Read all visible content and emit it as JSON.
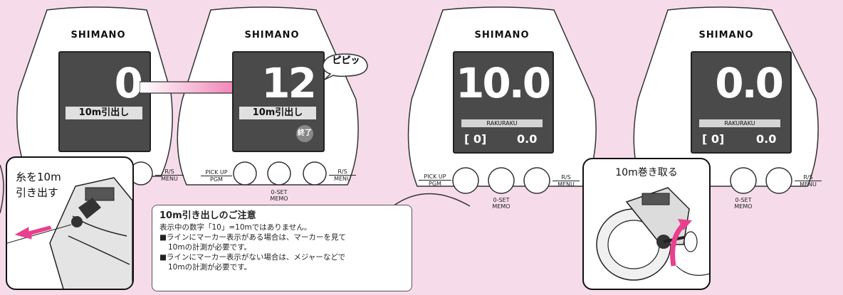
{
  "colors": {
    "background": "#f6dcea",
    "screen": "#4a4a4a",
    "arrow": "#e8408e"
  },
  "panels": [
    {
      "brand": "SHIMANO",
      "display": "0",
      "label": "10m引出し"
    },
    {
      "brand": "SHIMANO",
      "display": "12",
      "label": "10m引出し",
      "badge": "終了",
      "sound": "ピピッ"
    },
    {
      "brand": "SHIMANO",
      "display": "10.0",
      "mode": "RAKURAKU",
      "memo": "[ 0]",
      "value": "0.0"
    },
    {
      "brand": "SHIMANO",
      "display": "0.0",
      "mode": "RAKURAKU",
      "memo": "[ 0]",
      "value": "0.0"
    }
  ],
  "buttons": {
    "rs": "R/S",
    "menu": "MENU",
    "pickup": "PICK UP",
    "pgm": "PGM",
    "oset": "0-SET",
    "memo": "MEMO"
  },
  "callout_left": {
    "line1": "糸を10m",
    "line2": "引き出す"
  },
  "callout_right": {
    "text": "10m巻き取る"
  },
  "note": {
    "title": "10m引き出しのご注意",
    "line1": "表示中の数字「10」=10mではありません。",
    "line2": "■ラインにマーカー表示がある場合は、マーカーを見て",
    "line3": "10mの計測が必要です。",
    "line4": "■ラインにマーカー表示がない場合は、メジャーなどで",
    "line5": "10mの計測が必要です。"
  }
}
